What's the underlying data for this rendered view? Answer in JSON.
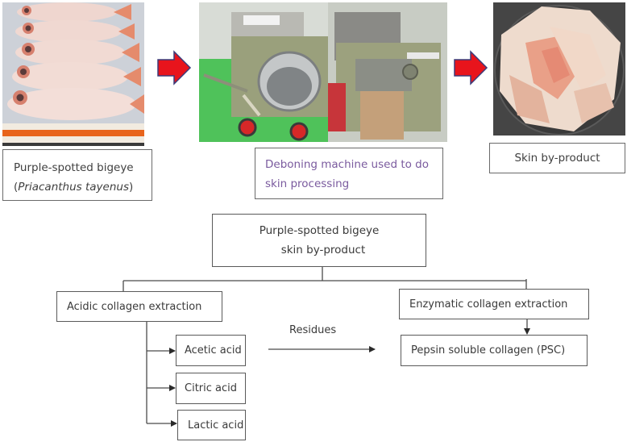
{
  "top_row": {
    "fish": {
      "photo": "purple-spotted-bigeye-fish-photo",
      "caption_line1": "Purple-spotted  bigeye",
      "caption_line2_open": "(",
      "caption_line2_italic": "Priacanthus  tayenus",
      "caption_line2_close": ")"
    },
    "machine": {
      "photo": "deboning-machine-photo",
      "caption_line1": "Deboning  machine  used  to  do",
      "caption_line2": "skin  processing"
    },
    "skin": {
      "photo": "skin-by-product-photo",
      "caption": "Skin  by-product"
    },
    "arrow_color": "#e8141c",
    "arrow_outline": "#3b3b7a"
  },
  "flowchart": {
    "root": {
      "line1": "Purple-spotted bigeye",
      "line2": "skin by-product"
    },
    "acidic": {
      "label": "Acidic collagen extraction"
    },
    "enzymatic": {
      "label": "Enzymatic  collagen extraction"
    },
    "acids": [
      {
        "label": "Acetic acid"
      },
      {
        "label": "Citric acid"
      },
      {
        "label": "Lactic acid"
      }
    ],
    "residues_label": "Residues",
    "psc": {
      "label": "Pepsin soluble collagen (PSC)"
    }
  },
  "colors": {
    "line": "#4a4a4a",
    "machine_caption_text": "#7a5a9e"
  }
}
